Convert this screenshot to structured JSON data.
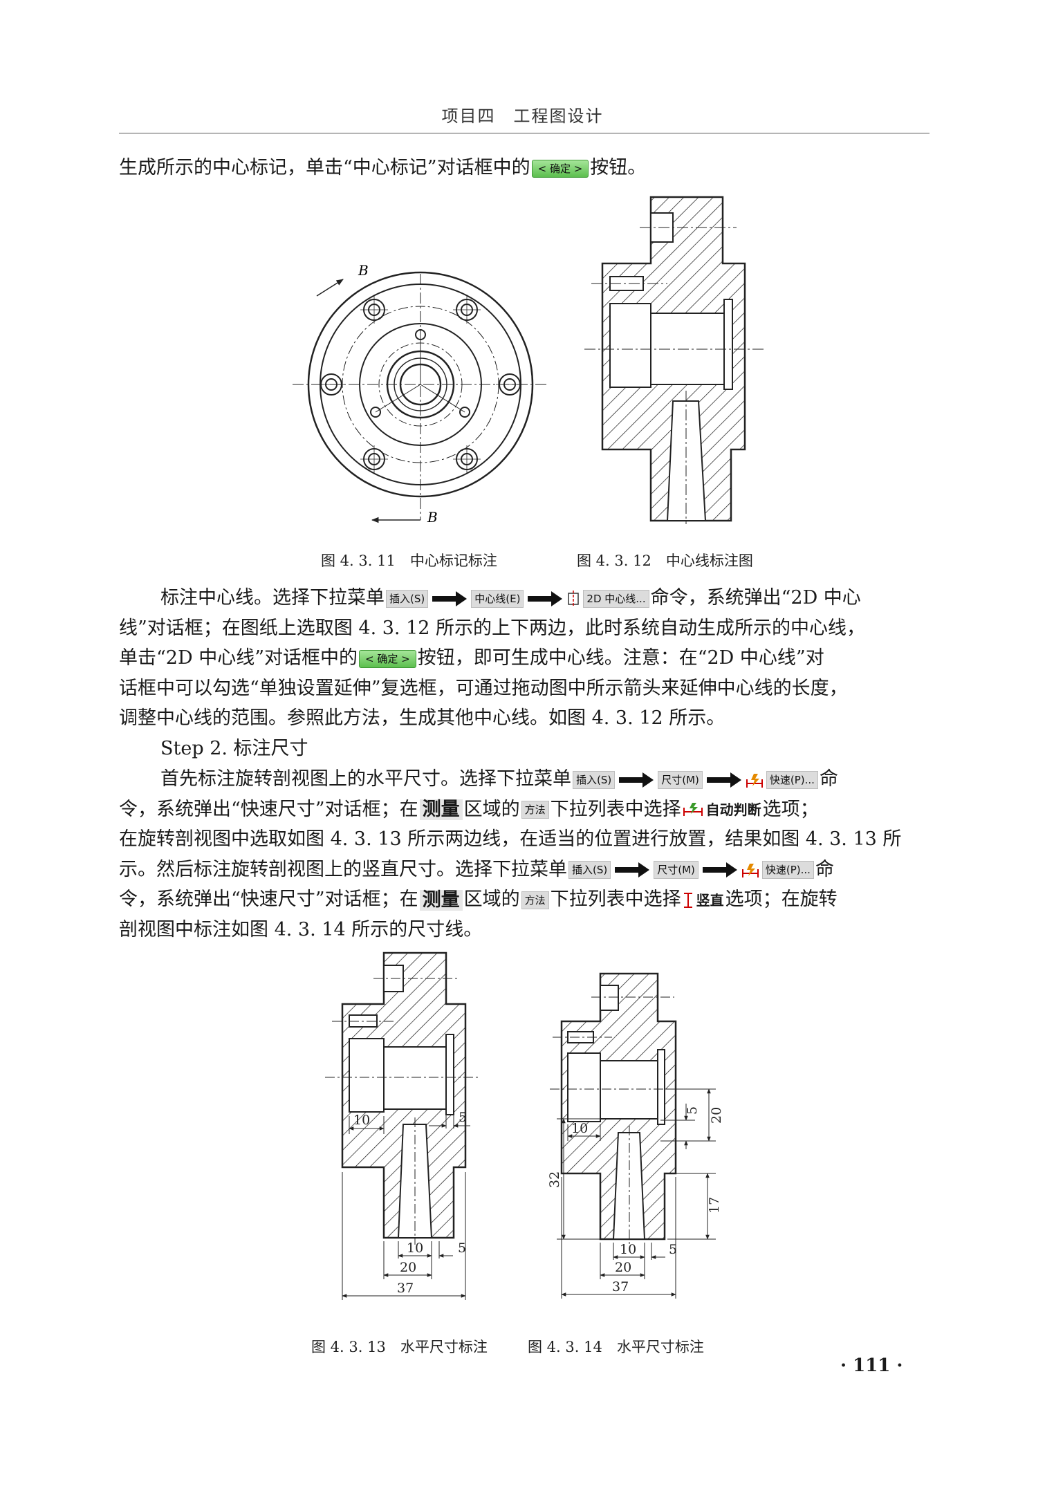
{
  "header": {
    "title": "项目四　工程图设计"
  },
  "para1": {
    "text_before": "生成所示的中心标记，单击“中心标记”对话框中的",
    "ok_label": "< 确定 >",
    "text_after": "按钮。"
  },
  "figures_top": {
    "fig11": {
      "caption": "图 4. 3. 11　中心标记标注",
      "section_label": "B"
    },
    "fig12": {
      "caption": "图 4. 3. 12　中心线标注图"
    }
  },
  "para2": {
    "l1_a": "标注中心线。选择下拉菜单",
    "menu_insert": "插入(S)",
    "menu_centerline": "中心线(E)",
    "menu_2d_centerline": "2D 中心线...",
    "l1_b": "命令，系统弹出“2D 中心",
    "l2": "线”对话框；在图纸上选取图 4. 3. 12 所示的上下两边，此时系统自动生成所示的中心线，",
    "l3_a": "单击“2D 中心线”对话框中的",
    "ok_label": "< 确定 >",
    "l3_b": "按钮，即可生成中心线。注意：在“2D 中心线”对",
    "l4": "话框中可以勾选“单独设置延伸”复选框，可通过拖动图中所示箭头来延伸中心线的长度，",
    "l5": "调整中心线的范围。参照此方法，生成其他中心线。如图 4. 3. 12 所示。"
  },
  "step2": {
    "title": "Step 2.  标注尺寸"
  },
  "para3": {
    "l1_a": "首先标注旋转剖视图上的水平尺寸。选择下拉菜单",
    "menu_insert": "插入(S)",
    "menu_dimension": "尺寸(M)",
    "menu_quick": "快速(P)...",
    "l1_b": "命",
    "l2_a": "令，系统弹出“快速尺寸”对话框；在",
    "measure_label": "测量",
    "l2_b": "区域的",
    "method_label": "方法",
    "l2_c": "下拉列表中选择",
    "auto_label": "自动判断",
    "l2_d": "选项；",
    "l3": "在旋转剖视图中选取如图 4. 3. 13 所示两边线，在适当的位置进行放置，结果如图 4. 3. 13 所",
    "l4_a": "示。然后标注旋转剖视图上的竖直尺寸。选择下拉菜单",
    "l4_b": "命",
    "l5_a": "令，系统弹出“快速尺寸”对话框；在",
    "l5_b": "区域的",
    "l5_c": "下拉列表中选择",
    "vertical_label": "竖直",
    "l5_d": "选项；在旋转",
    "l6": "剖视图中标注如图 4. 3. 14 所示的尺寸线。"
  },
  "figures_bottom": {
    "fig13": {
      "caption": "图 4. 3. 13　水平尺寸标注",
      "dims": {
        "d10": "10",
        "d5": "5",
        "d10b": "10",
        "d5b": "5",
        "d20": "20",
        "d37": "37"
      }
    },
    "fig14": {
      "caption": "图 4. 3. 14　水平尺寸标注",
      "dims": {
        "d10": "10",
        "d5": "5",
        "d20v": "20",
        "d32": "32",
        "d17": "17",
        "d10b": "10",
        "d5b": "5",
        "d20": "20",
        "d37": "37"
      }
    }
  },
  "footer": {
    "page_number": "· 111 ·"
  }
}
